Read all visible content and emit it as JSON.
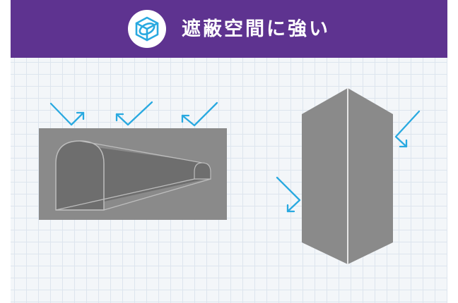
{
  "header": {
    "title": "遮蔽空間に強い",
    "icon": "cube-icon",
    "background_color": "#5e3390",
    "icon_color": "#29a9e0"
  },
  "diagram": {
    "left_object": "tunnel",
    "right_object": "folded-wall",
    "arrow_color": "#29a9e0",
    "object_color": "#8a8a8a",
    "grid_color": "#dde5ee"
  }
}
